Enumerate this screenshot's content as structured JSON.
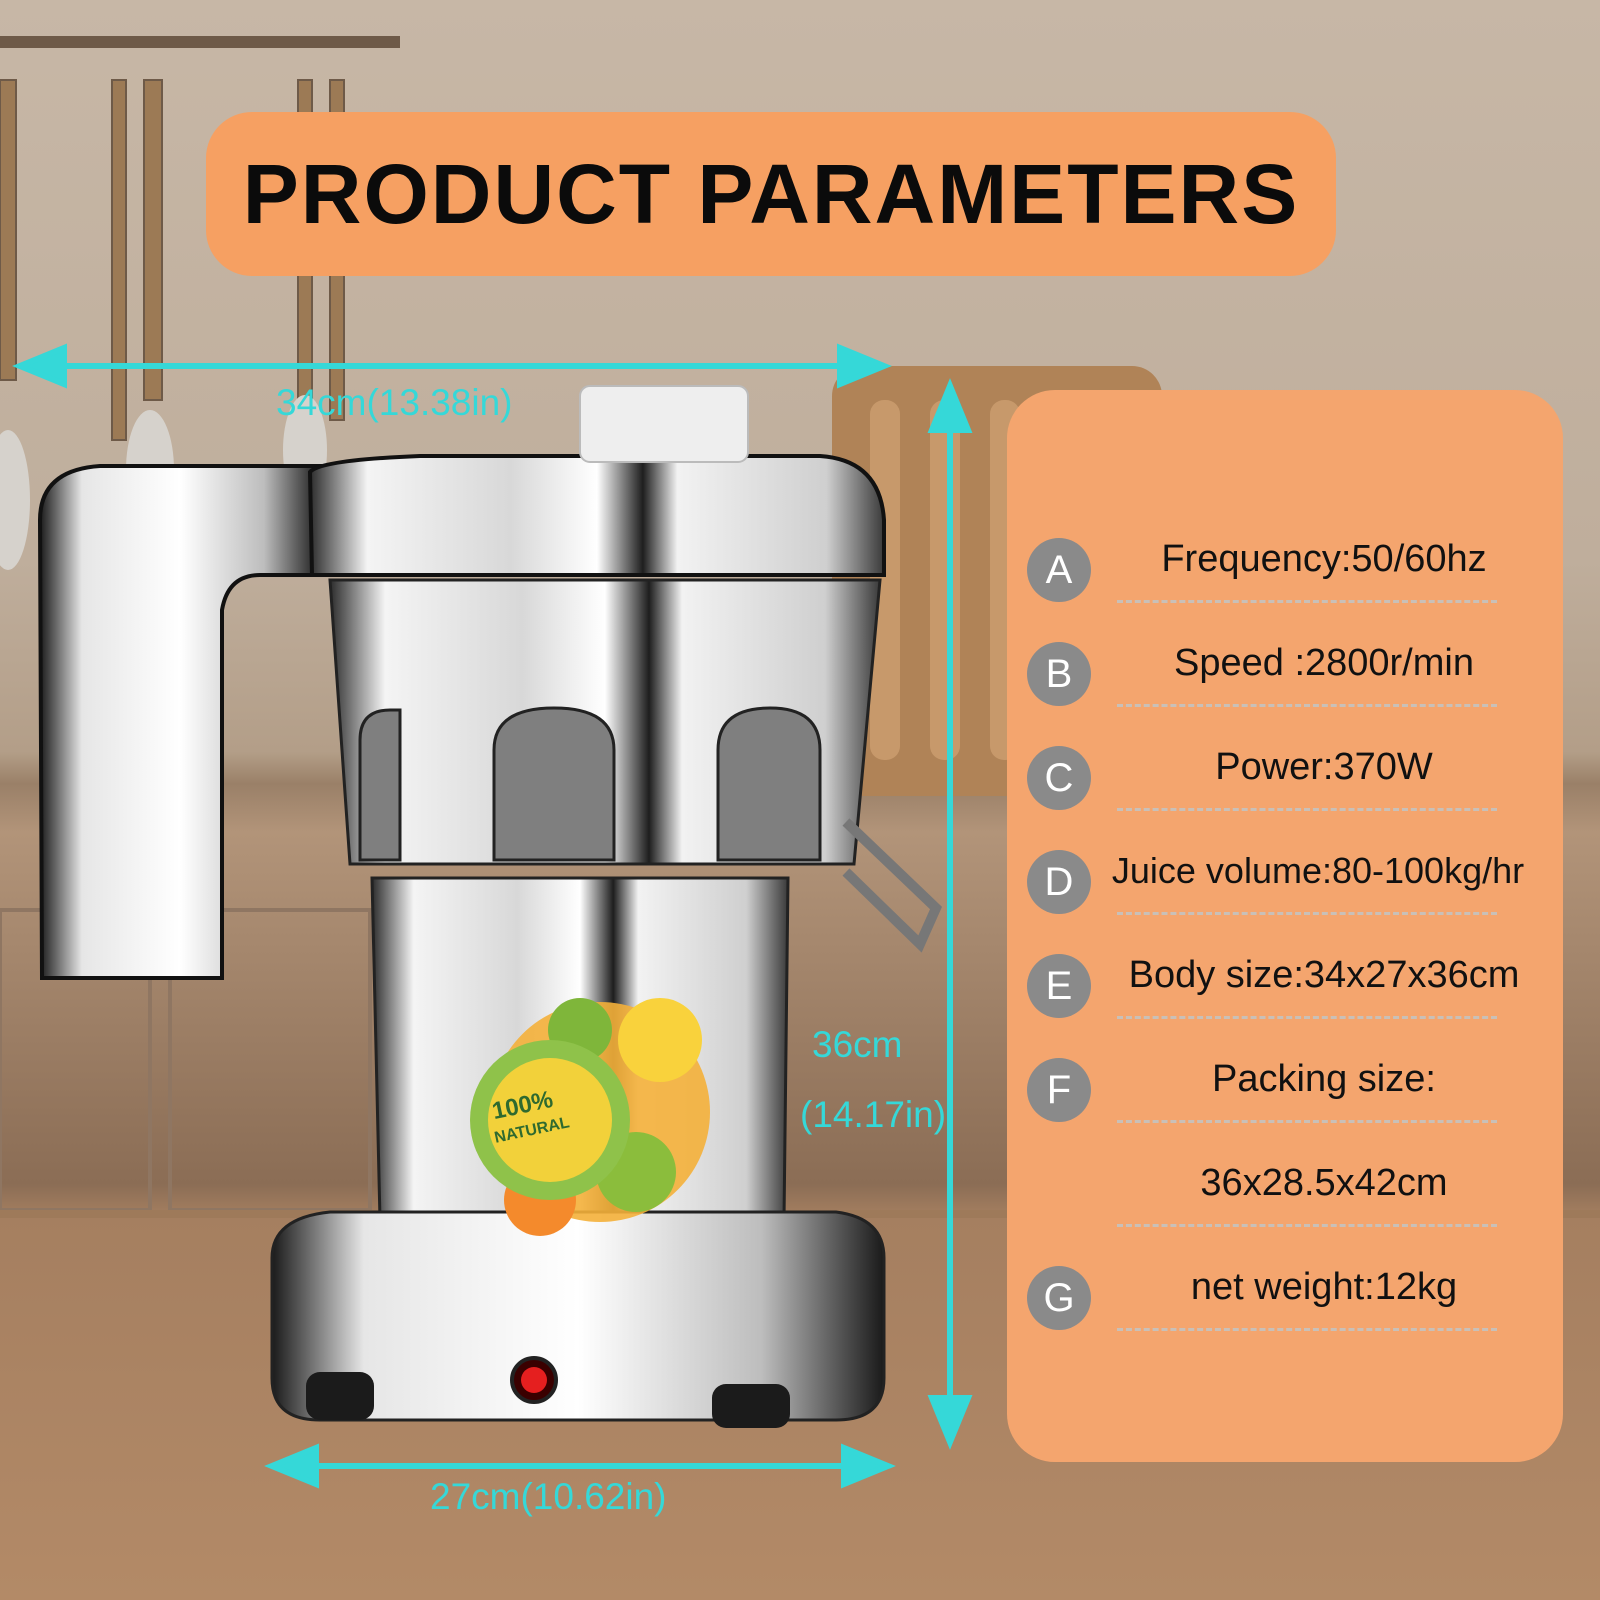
{
  "title": "PRODUCT PARAMETERS",
  "specs": [
    {
      "badge": "A",
      "text": "Frequency:50/60hz"
    },
    {
      "badge": "B",
      "text": "Speed :2800r/min"
    },
    {
      "badge": "C",
      "text": "Power:370W"
    },
    {
      "badge": "D",
      "text": "Juice volume:80-100kg/hr"
    },
    {
      "badge": "E",
      "text": "Body size:34x27x36cm"
    },
    {
      "badge": "F",
      "text": "Packing size:"
    },
    {
      "badge": "",
      "text": "36x28.5x42cm"
    },
    {
      "badge": "G",
      "text": "net weight:12kg"
    }
  ],
  "dimensions": {
    "width": "34cm(13.38in)",
    "height_cm": "36cm",
    "height_in": "(14.17in)",
    "depth": "27cm(10.62in)"
  },
  "sticker": {
    "line1": "100%",
    "line2": "NATURAL"
  },
  "colors": {
    "accent": "#f6a062",
    "panel": "#f4a56e",
    "dimension": "#35d8d8",
    "badge": "#8a8a8a"
  }
}
